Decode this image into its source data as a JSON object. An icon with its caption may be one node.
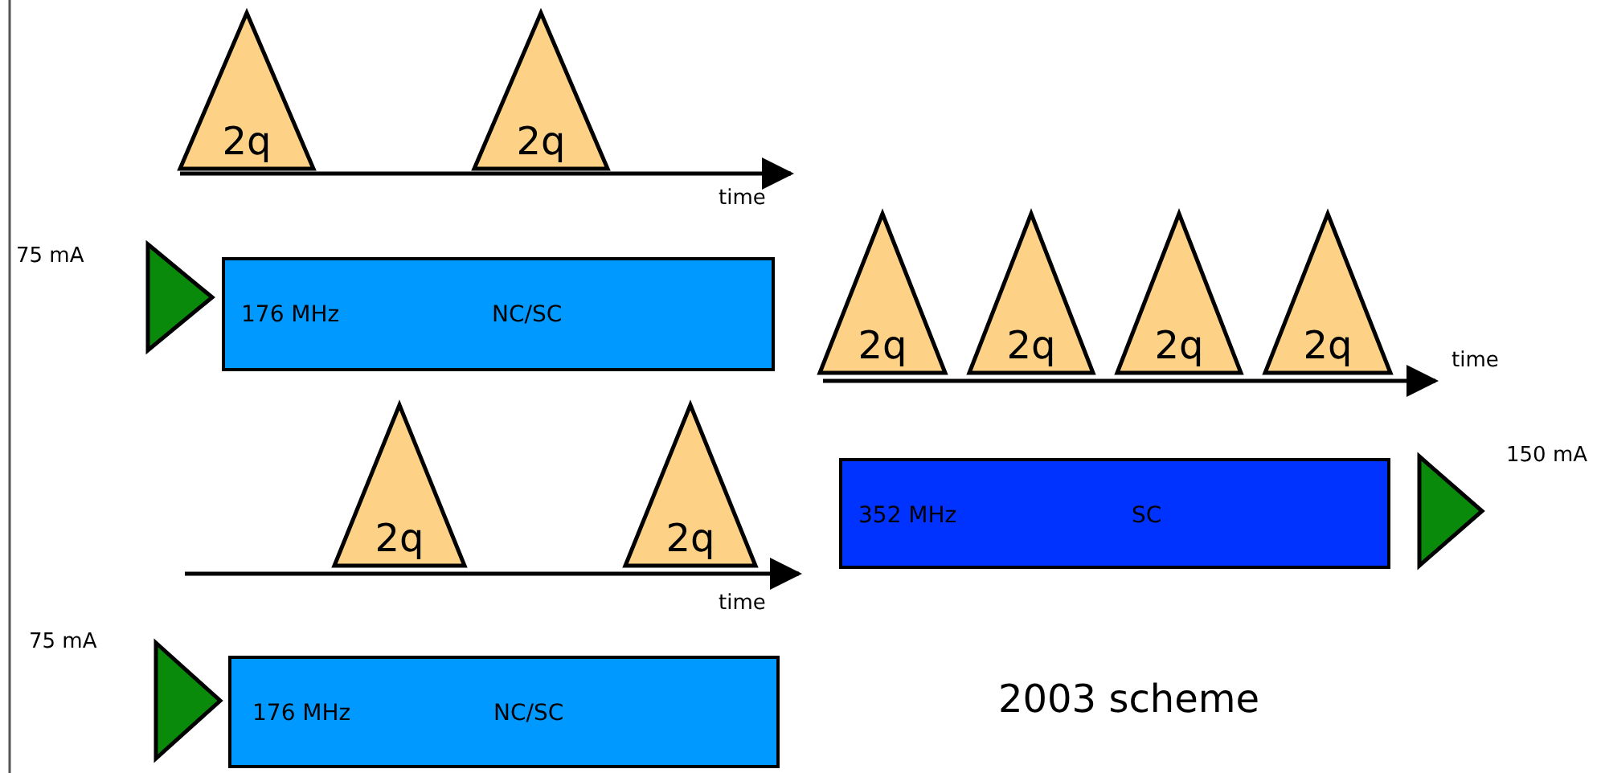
{
  "diagram": {
    "nodes": [
      {
        "text": [
          "2q"
        ]
      },
      {
        "text": [
          "2q"
        ]
      },
      {
        "text": [],
        "shape": "triangle",
        "beside": [
          "75 mA"
        ]
      },
      {
        "text": [
          "176 MHz",
          "NC/SC"
        ]
      },
      {
        "text": [
          "2q"
        ]
      },
      {
        "text": [
          "2q"
        ]
      },
      {
        "text": [
          "2q"
        ]
      },
      {
        "text": [
          "2q"
        ]
      },
      {
        "text": [
          "2q"
        ]
      },
      {
        "text": [
          "2q"
        ]
      },
      {
        "text": [
          "352 MHz",
          "SC"
        ]
      },
      {
        "text": [],
        "shape": "triangle",
        "beside": [
          "150 mA"
        ]
      },
      {
        "text": [],
        "shape": "triangle",
        "beside": [
          "75 mA"
        ]
      },
      {
        "text": [
          "176 MHz",
          "NC/SC"
        ]
      }
    ],
    "edges": [],
    "labels": [
      "time",
      "time",
      "time",
      "2003 scheme"
    ]
  }
}
